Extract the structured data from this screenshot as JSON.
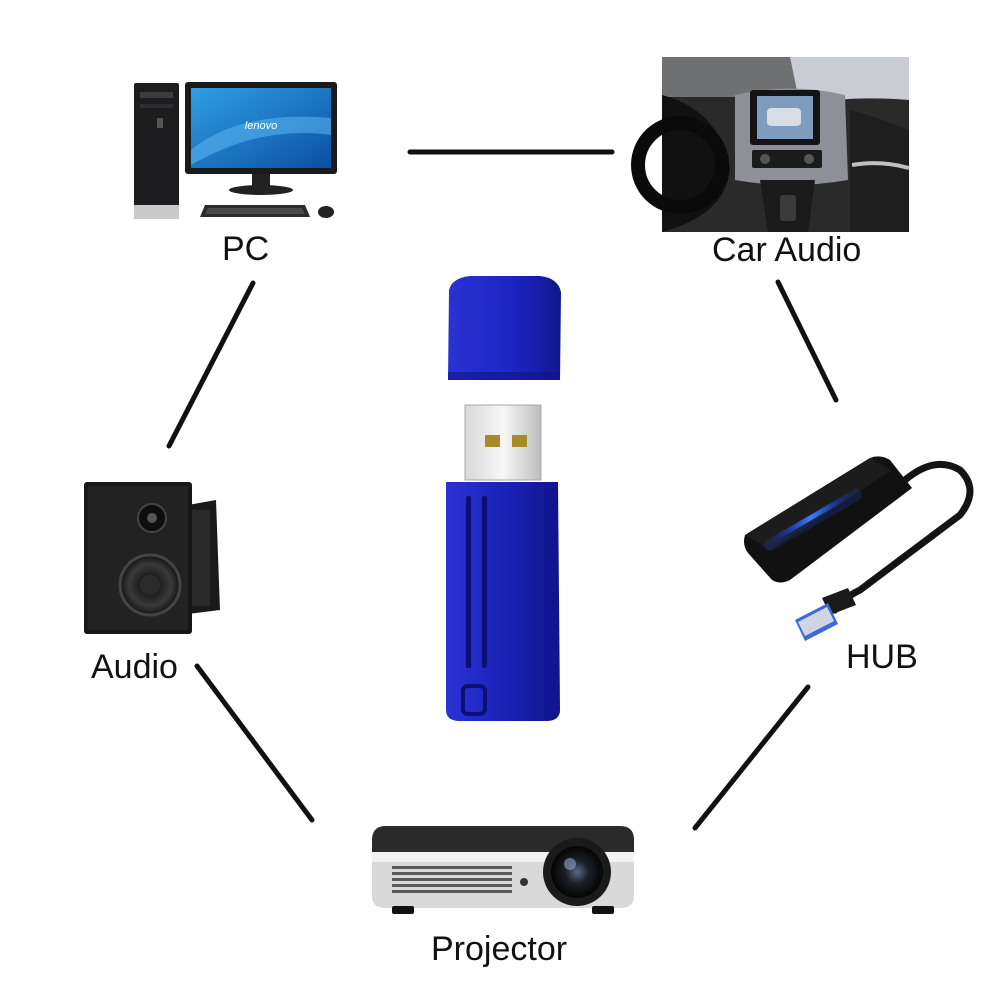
{
  "devices": {
    "pc": {
      "label": "PC",
      "screen_brand": "lenovo"
    },
    "car_audio": {
      "label": "Car Audio"
    },
    "audio": {
      "label": "Audio"
    },
    "hub": {
      "label": "HUB"
    },
    "projector": {
      "label": "Projector"
    }
  },
  "connector_color": "#111111",
  "usb_color": "#1a22b8"
}
